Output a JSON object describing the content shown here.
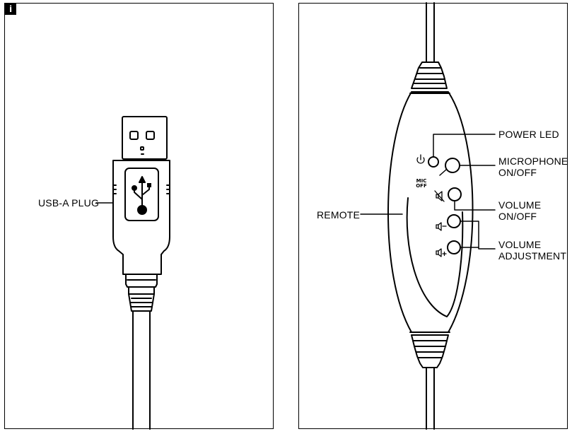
{
  "icons": {
    "info": "i",
    "power": "power-icon",
    "mute": "speaker-mute-icon",
    "volume_down": "speaker-minus-icon",
    "volume_up": "speaker-plus-icon",
    "usb": "usb-trident-icon"
  },
  "left_panel": {
    "usb_label": "USB-A PLUG"
  },
  "right_panel": {
    "remote_label": "REMOTE",
    "power_led_label": "POWER LED",
    "mic_label_1": "MICROPHONE",
    "mic_label_2": "ON/OFF",
    "mic_button_text_1": "MIC",
    "mic_button_text_2": "OFF",
    "volume_label_1": "VOLUME",
    "volume_label_2": "ON/OFF",
    "adjust_label_1": "VOLUME",
    "adjust_label_2": "ADJUSTMENT"
  },
  "colors": {
    "line": "#000000",
    "background": "#ffffff"
  }
}
